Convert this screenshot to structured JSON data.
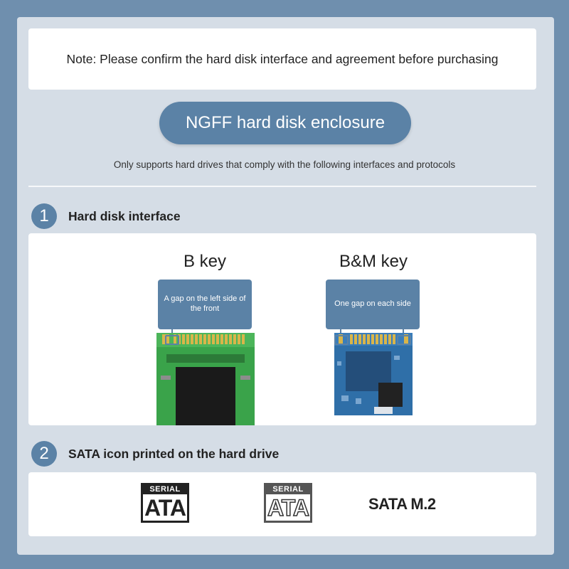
{
  "note": "Note: Please confirm the hard disk interface and agreement before purchasing",
  "pill_title": "NGFF hard disk enclosure",
  "subtitle": "Only supports hard drives that comply with the following interfaces and protocols",
  "sections": [
    {
      "number": "1",
      "title": "Hard disk interface"
    },
    {
      "number": "2",
      "title": "SATA icon printed on the hard drive"
    }
  ],
  "keys": [
    {
      "title": "B key",
      "callout": "A gap on the left side of the front"
    },
    {
      "title": "B&M key",
      "callout": "One gap on each side"
    }
  ],
  "logos": {
    "serial": "SERIAL",
    "ata": "ATA",
    "sata_m2": "SATA M.2"
  }
}
